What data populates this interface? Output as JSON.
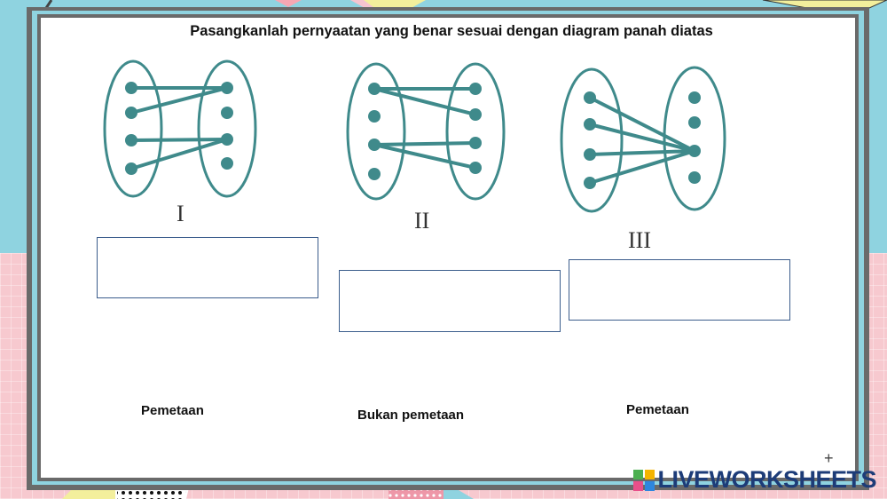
{
  "instruction": "Pasangkanlah pernyaatan yang benar sesuai dengan diagram panah diatas",
  "diagrams": [
    {
      "label": "I"
    },
    {
      "label": "II"
    },
    {
      "label": "III"
    }
  ],
  "answer_boxes": [
    "",
    "",
    ""
  ],
  "options": [
    "Pemetaan",
    "Bukan pemetaan",
    "Pemetaan"
  ],
  "brand": "LIVEWORKSHEETS",
  "colors": {
    "diagram": "#3f8a8b",
    "sky": "#8fd3e0",
    "pink": "#f7c9cf",
    "frame": "#6a6a6a"
  }
}
